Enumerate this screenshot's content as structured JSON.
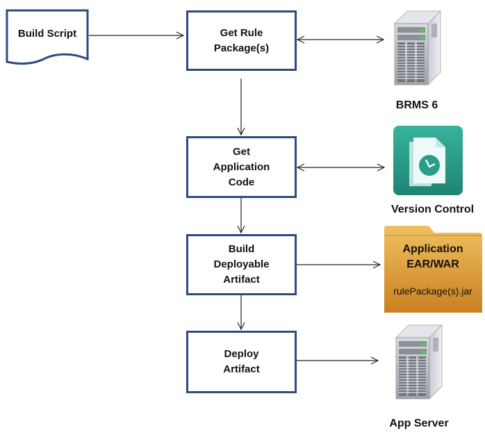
{
  "diagram": {
    "source": {
      "label": "Build Script"
    },
    "steps": [
      {
        "id": "get-rule-packages",
        "lines": [
          "Get Rule",
          "Package(s)"
        ]
      },
      {
        "id": "get-application-code",
        "lines": [
          "Get",
          "Application",
          "Code"
        ]
      },
      {
        "id": "build-deployable-artifact",
        "lines": [
          "Build",
          "Deployable",
          "Artifact"
        ]
      },
      {
        "id": "deploy-artifact",
        "lines": [
          "Deploy",
          "Artifact"
        ]
      }
    ],
    "resources": {
      "brms": {
        "label": "BRMS 6",
        "icon": "server-icon"
      },
      "version_control": {
        "label": "Version Control",
        "icon": "version-control-icon"
      },
      "artifact": {
        "title_lines": [
          "Application",
          "EAR/WAR"
        ],
        "content": "rulePackage(s).jar",
        "icon": "folder-icon"
      },
      "app_server": {
        "label": "App Server",
        "icon": "server-icon"
      }
    },
    "edges": [
      {
        "from": "Build Script",
        "to": "Get Rule Package(s)",
        "type": "directed"
      },
      {
        "from": "Get Rule Package(s)",
        "to": "BRMS 6",
        "type": "bidirectional"
      },
      {
        "from": "Get Rule Package(s)",
        "to": "Get Application Code",
        "type": "directed"
      },
      {
        "from": "Get Application Code",
        "to": "Version Control",
        "type": "bidirectional"
      },
      {
        "from": "Get Application Code",
        "to": "Build Deployable Artifact",
        "type": "directed"
      },
      {
        "from": "Build Deployable Artifact",
        "to": "Application EAR/WAR",
        "type": "directed"
      },
      {
        "from": "Build Deployable Artifact",
        "to": "Deploy Artifact",
        "type": "directed"
      },
      {
        "from": "Deploy Artifact",
        "to": "App Server",
        "type": "directed"
      }
    ],
    "colors": {
      "box_border": "#2e4a7a",
      "teal": "#2a9d8a",
      "folder": "#e0a23a"
    }
  }
}
